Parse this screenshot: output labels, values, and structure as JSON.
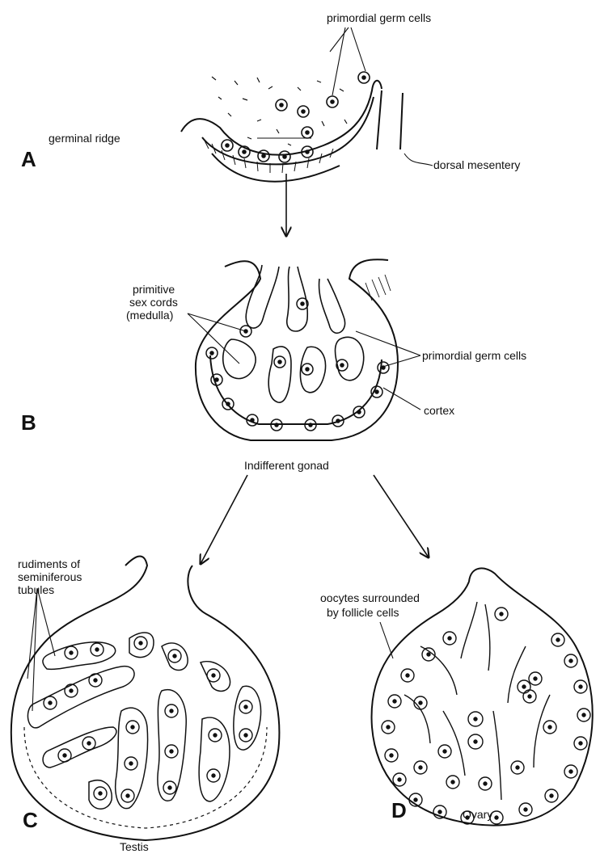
{
  "panels": {
    "a": {
      "letter": "A",
      "labels": {
        "primordial_germ_cells": "primordial germ cells",
        "germinal_ridge": "germinal ridge",
        "dorsal_mesentery": "dorsal mesentery"
      }
    },
    "b": {
      "letter": "B",
      "labels": {
        "primitive_sex_cords_1": "primitive",
        "primitive_sex_cords_2": "sex cords",
        "primitive_sex_cords_3": "(medulla)",
        "primordial_germ_cells": "primordial germ cells",
        "cortex": "cortex"
      },
      "caption": "Indifferent gonad"
    },
    "c": {
      "letter": "C",
      "labels": {
        "rudiments_1": "rudiments of",
        "rudiments_2": "seminiferous",
        "rudiments_3": "tubules"
      },
      "caption": "Testis"
    },
    "d": {
      "letter": "D",
      "labels": {
        "oocytes_1": "oocytes surrounded",
        "oocytes_2": "by follicle cells"
      },
      "caption": "Ovary"
    }
  },
  "colors": {
    "ink": "#111111",
    "paper": "#ffffff"
  }
}
